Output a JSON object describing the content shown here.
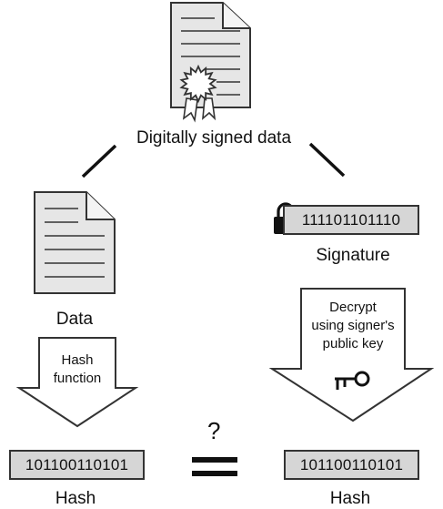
{
  "labels": {
    "signed_data": "Digitally signed data",
    "data": "Data",
    "signature": "Signature",
    "hash_left": "Hash",
    "hash_right": "Hash"
  },
  "signature_bits": "111101101110",
  "hash_bits_left": "101100110101",
  "hash_bits_right": "101100110101",
  "hash_function": {
    "line1": "Hash",
    "line2": "function"
  },
  "decrypt": {
    "line1": "Decrypt",
    "line2": "using signer's",
    "line3": "public key"
  },
  "compare_symbol": "?",
  "icons": [
    "signed-document-icon",
    "seal-icon",
    "document-icon",
    "lock-icon",
    "key-icon",
    "equals-icon"
  ],
  "colors": {
    "paper": "#e6e6e6",
    "box": "#d6d6d6",
    "stroke": "#333333"
  }
}
